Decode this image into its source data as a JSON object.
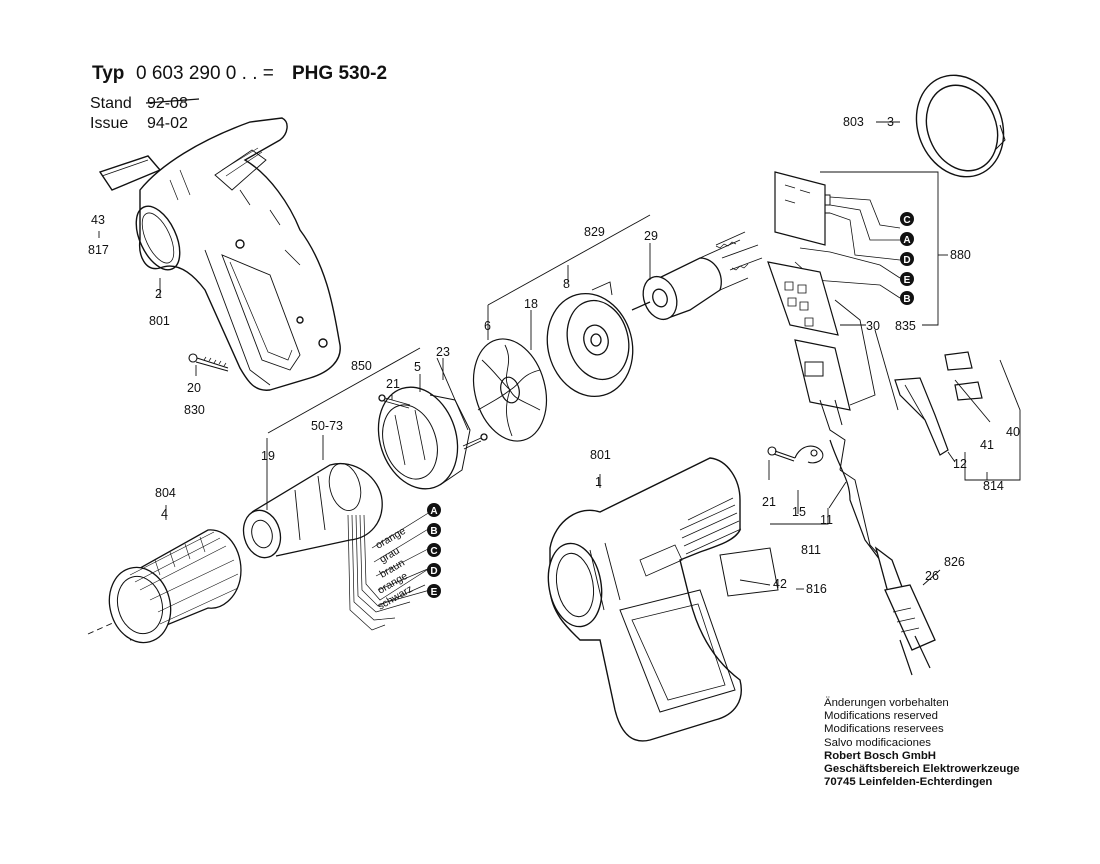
{
  "header": {
    "typ_label": "Typ",
    "typ_number": "0 603 290 0 . . =",
    "model": "PHG 530-2",
    "stand_label": "Stand",
    "stand_value": "92-08",
    "issue_label": "Issue",
    "issue_value": "94-02"
  },
  "parts": {
    "p43": "43",
    "p817": "817",
    "p2": "2",
    "p801a": "801",
    "p20": "20",
    "p830": "830",
    "p850": "850",
    "p21a": "21",
    "p5": "5",
    "p23": "23",
    "p5073": "50-73",
    "p19": "19",
    "p804": "804",
    "p4": "4",
    "p829": "829",
    "p29": "29",
    "p8": "8",
    "p18": "18",
    "p6": "6",
    "p803": "803",
    "p3": "3",
    "p880": "880",
    "p30": "30",
    "p835": "835",
    "p801b": "801",
    "p1": "1",
    "p42": "42",
    "p816": "816",
    "p21b": "21",
    "p15": "15",
    "p811": "811",
    "p11": "11",
    "p826": "826",
    "p26": "26",
    "p12": "12",
    "p41": "41",
    "p40": "40",
    "p814": "814"
  },
  "wires": [
    {
      "color": "orange",
      "tag": "A"
    },
    {
      "color": "grau",
      "tag": "B"
    },
    {
      "color": "braun",
      "tag": "C"
    },
    {
      "color": "orange",
      "tag": "D"
    },
    {
      "color": "schwarz",
      "tag": "E"
    }
  ],
  "switch_tags": [
    "C",
    "A",
    "D",
    "E",
    "B"
  ],
  "notes": {
    "line1": "Änderungen vorbehalten",
    "line2": "Modifications reserved",
    "line3": "Modifications reservees",
    "line4": "Salvo modificaciones",
    "company": "Robert Bosch GmbH",
    "division": "Geschäftsbereich Elektrowerkzeuge",
    "address": "70745 Leinfelden-Echterdingen"
  }
}
